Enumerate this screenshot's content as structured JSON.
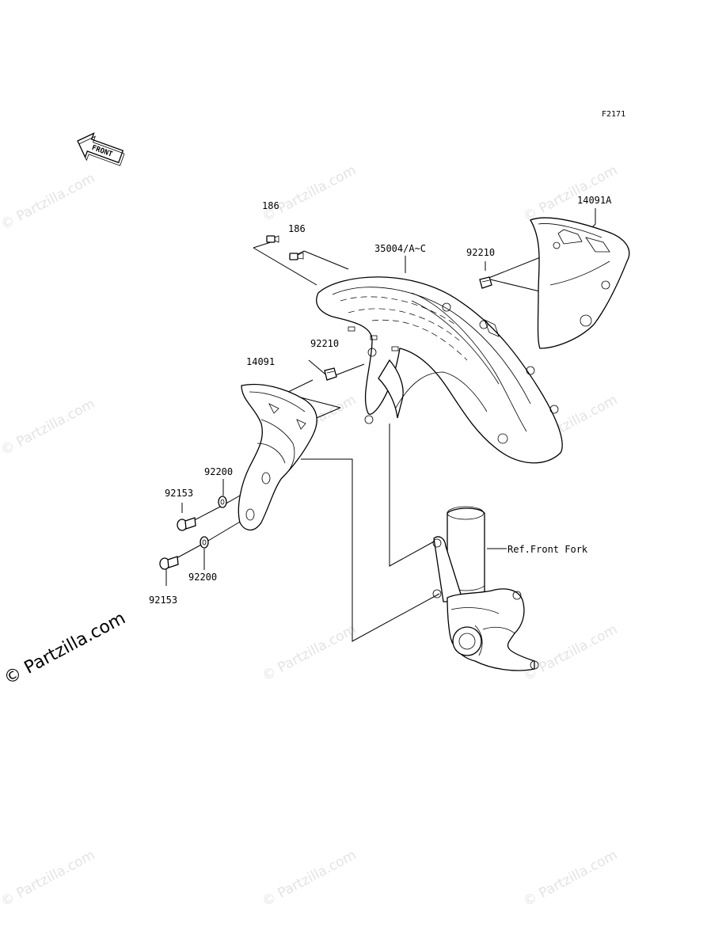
{
  "figure_code": "F2171",
  "front_label": "FRONT",
  "watermark": "© Partzilla.com",
  "parts": {
    "bolt_186_a": "186",
    "bolt_186_b": "186",
    "fender": "35004/A~C",
    "clip_92210_right": "92210",
    "cover_right": "14091A",
    "clip_92210_left": "92210",
    "cover_left": "14091",
    "washer_92200_upper": "92200",
    "screw_92153_upper": "92153",
    "washer_92200_lower": "92200",
    "screw_92153_lower": "92153",
    "front_fork_ref": "Ref.Front Fork"
  }
}
